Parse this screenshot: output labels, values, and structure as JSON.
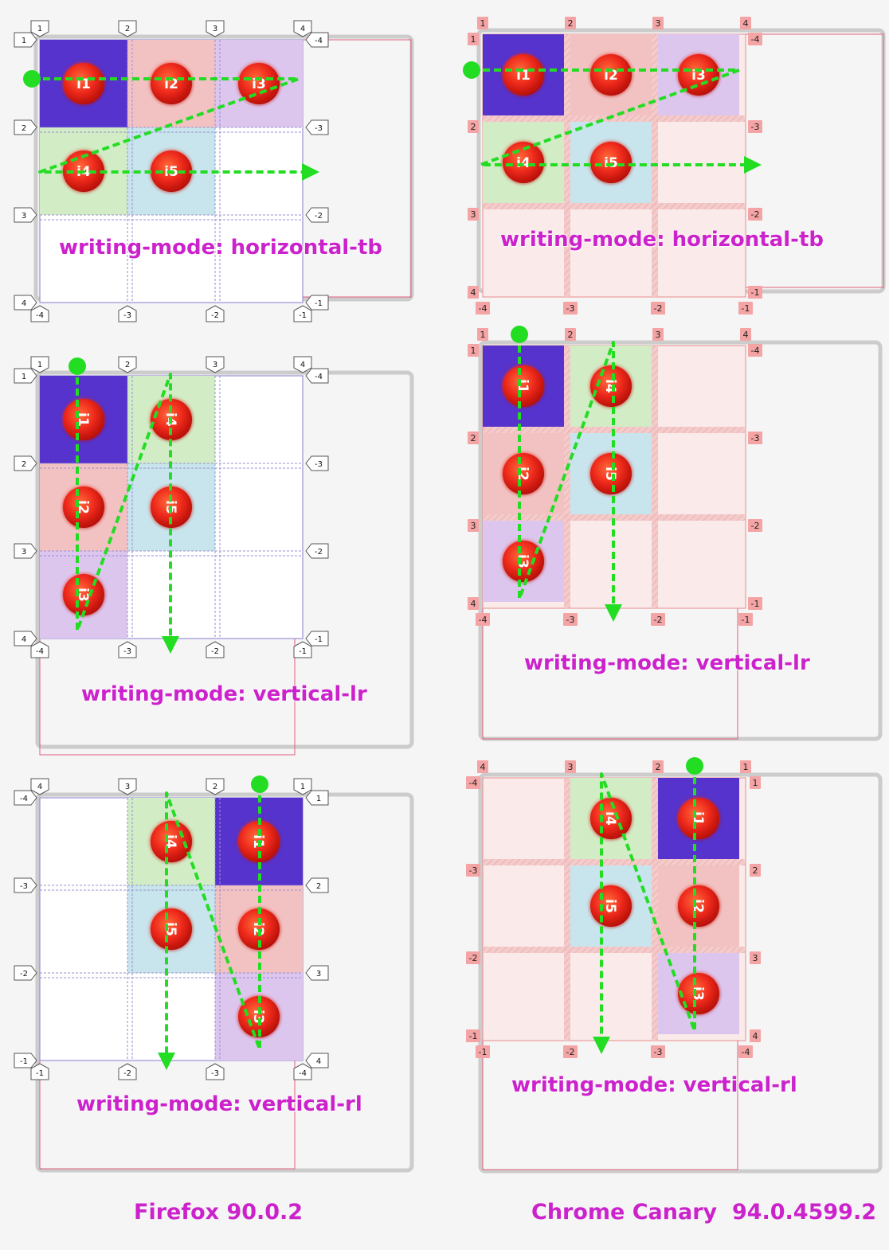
{
  "browsers": {
    "firefox": "Firefox 90.0.2",
    "chrome": "Chrome Canary  94.0.4599.2"
  },
  "modes": {
    "htb": "writing-mode: horizontal-tb",
    "vlr": "writing-mode: vertical-lr",
    "vrl": "writing-mode: vertical-rl"
  },
  "items": [
    "i1",
    "i2",
    "i3",
    "i4",
    "i5"
  ],
  "colors": {
    "i1": "#5533cc",
    "i2": "#f2c2c2",
    "i3": "#dcc6ee",
    "i4": "#d2ecc6",
    "i5": "#c8e4ec",
    "chrome_cell": "#fbeaea",
    "chrome_gap": "#f3c6c6",
    "arrow": "#22dd22",
    "accent": "#cc22cc",
    "firefox_line": "#9a8fd6",
    "chrome_line": "#e88a8a",
    "chrome_badge": "#f4a4a4",
    "outer_border": "#cccccc",
    "pink_border": "#e0607a"
  },
  "diagrams": [
    {
      "browser": "firefox",
      "mode": "htb",
      "cells": {
        "i1": [
          0,
          0
        ],
        "i2": [
          0,
          1
        ],
        "i3": [
          0,
          2
        ],
        "i4": [
          1,
          0
        ],
        "i5": [
          1,
          1
        ]
      },
      "col_top": [
        "1",
        "2",
        "3",
        "4"
      ],
      "col_bottom": [
        "-4",
        "-3",
        "-2",
        "-1"
      ],
      "row_left": [
        "1",
        "2",
        "3",
        "4"
      ],
      "row_right": [
        "-4",
        "-3",
        "-2",
        "-1"
      ]
    },
    {
      "browser": "chrome",
      "mode": "htb",
      "cells": {
        "i1": [
          0,
          0
        ],
        "i2": [
          0,
          1
        ],
        "i3": [
          0,
          2
        ],
        "i4": [
          1,
          0
        ],
        "i5": [
          1,
          1
        ]
      },
      "col_top": [
        "1",
        "2",
        "3",
        "4"
      ],
      "col_bottom": [
        "-4",
        "-3",
        "-2",
        "-1"
      ],
      "row_left": [
        "1",
        "2",
        "3",
        "4"
      ],
      "row_right": [
        "-4",
        "-3",
        "-2",
        "-1"
      ]
    },
    {
      "browser": "firefox",
      "mode": "vlr",
      "cells": {
        "i1": [
          0,
          0
        ],
        "i2": [
          1,
          0
        ],
        "i3": [
          2,
          0
        ],
        "i4": [
          0,
          1
        ],
        "i5": [
          1,
          1
        ]
      },
      "col_top": [
        "1",
        "2",
        "3",
        "4"
      ],
      "col_bottom": [
        "-4",
        "-3",
        "-2",
        "-1"
      ],
      "row_left": [
        "1",
        "2",
        "3",
        "4"
      ],
      "row_right": [
        "-4",
        "-3",
        "-2",
        "-1"
      ]
    },
    {
      "browser": "chrome",
      "mode": "vlr",
      "cells": {
        "i1": [
          0,
          0
        ],
        "i2": [
          1,
          0
        ],
        "i3": [
          2,
          0
        ],
        "i4": [
          0,
          1
        ],
        "i5": [
          1,
          1
        ]
      },
      "col_top": [
        "1",
        "2",
        "3",
        "4"
      ],
      "col_bottom": [
        "-4",
        "-3",
        "-2",
        "-1"
      ],
      "row_left": [
        "1",
        "2",
        "3",
        "4"
      ],
      "row_right": [
        "-4",
        "-3",
        "-2",
        "-1"
      ]
    },
    {
      "browser": "firefox",
      "mode": "vrl",
      "cells": {
        "i1": [
          0,
          2
        ],
        "i2": [
          1,
          2
        ],
        "i3": [
          2,
          2
        ],
        "i4": [
          0,
          1
        ],
        "i5": [
          1,
          1
        ]
      },
      "col_top": [
        "4",
        "3",
        "2",
        "1"
      ],
      "col_bottom": [
        "-1",
        "-2",
        "-3",
        "-4"
      ],
      "row_left": [
        "-4",
        "-3",
        "-2",
        "-1"
      ],
      "row_right": [
        "1",
        "2",
        "3",
        "4"
      ]
    },
    {
      "browser": "chrome",
      "mode": "vrl",
      "cells": {
        "i1": [
          0,
          2
        ],
        "i2": [
          1,
          2
        ],
        "i3": [
          2,
          2
        ],
        "i4": [
          0,
          1
        ],
        "i5": [
          1,
          1
        ]
      },
      "col_top": [
        "4",
        "3",
        "2",
        "1"
      ],
      "col_bottom": [
        "-1",
        "-2",
        "-3",
        "-4"
      ],
      "row_left": [
        "-4",
        "-3",
        "-2",
        "-1"
      ],
      "row_right": [
        "1",
        "2",
        "3",
        "4"
      ]
    }
  ]
}
